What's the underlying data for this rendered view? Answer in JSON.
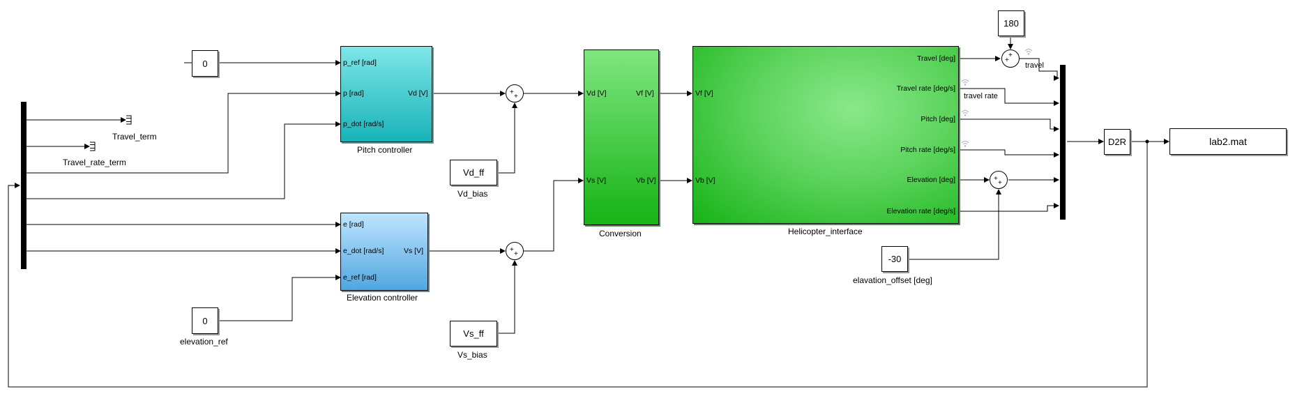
{
  "pitch_controller": {
    "name": "Pitch controller",
    "inputs": [
      "p_ref [rad]",
      "p [rad]",
      "p_dot [rad/s]"
    ],
    "output": "Vd [V]",
    "color_top": "#7fe6e8",
    "color_bottom": "#17b3b8"
  },
  "elevation_controller": {
    "name": "Elevation controller",
    "inputs": [
      "e [rad]",
      "e_dot [rad/s]",
      "e_ref [rad]"
    ],
    "output": "Vs [V]",
    "color_top": "#bfe4ff",
    "color_bottom": "#4fa7e0"
  },
  "conversion": {
    "name": "Conversion",
    "inputs": [
      "Vd [V]",
      "Vs [V]"
    ],
    "outputs": [
      "Vf [V]",
      "Vb [V]"
    ],
    "color_top": "#7fe67f",
    "color_bottom": "#16b316"
  },
  "helicopter_interface": {
    "name": "Helicopter_interface",
    "inputs": [
      "Vf [V]",
      "Vb [V]"
    ],
    "outputs": [
      "Travel [deg]",
      "Travel rate [deg/s]",
      "Pitch [deg]",
      "Pitch rate [deg/s]",
      "Elevation [deg]",
      "Elevation rate [deg/s]"
    ]
  },
  "constants": {
    "p_ref_const": "0",
    "elevation_ref_const": "0",
    "elevation_ref_label": "elevation_ref",
    "vd_ff": "Vd_ff",
    "vd_bias_label": "Vd_bias",
    "vs_ff": "Vs_ff",
    "vs_bias_label": "Vs_bias",
    "travel_offset": "180",
    "elevation_offset": "-30",
    "elevation_offset_label": "elavation_offset [deg]"
  },
  "terminators": {
    "travel_term": "Travel_term",
    "travel_rate_term": "Travel_rate_term"
  },
  "signals": {
    "travel": "travel",
    "travel_rate": "travel rate"
  },
  "gain_block": "D2R",
  "to_file": "lab2.mat",
  "sum_signs": "+"
}
